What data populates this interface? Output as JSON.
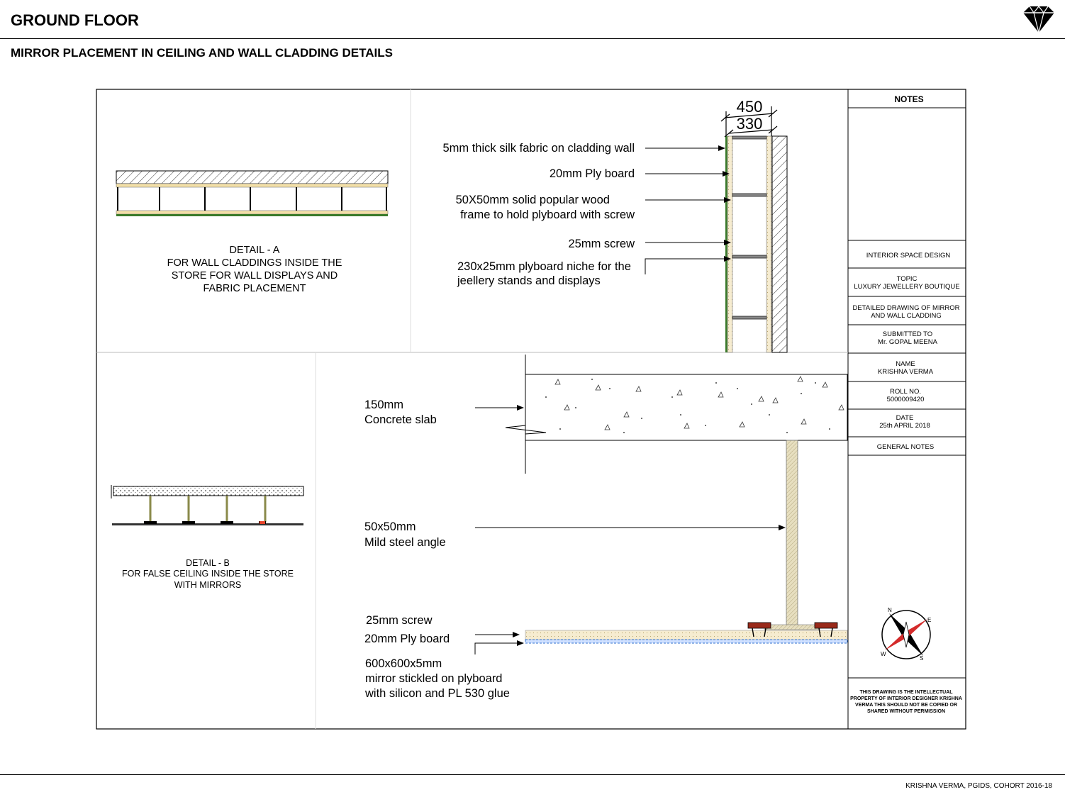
{
  "header": {
    "title": "GROUND FLOOR",
    "subtitle": "MIRROR PLACEMENT IN CEILING AND WALL CLADDING DETAILS"
  },
  "footer": {
    "credit": "KRISHNA VERMA, PGIDS, COHORT 2016-18"
  },
  "detail_a": {
    "caption": [
      "DETAIL - A",
      "FOR WALL CLADDINGS INSIDE THE",
      "STORE FOR WALL DISPLAYS AND",
      "FABRIC PLACEMENT"
    ],
    "dimensions": [
      "450",
      "330"
    ],
    "labels": [
      [
        "5mm thick silk fabric on cladding wall"
      ],
      [
        "20mm Ply board"
      ],
      [
        "50X50mm solid popular wood",
        "frame to hold plyboard  with screw"
      ],
      [
        "25mm screw"
      ],
      [
        "230x25mm plyboard niche for the",
        "jeellery stands and displays"
      ]
    ]
  },
  "detail_b": {
    "caption": [
      "DETAIL - B",
      "FOR FALSE CEILING INSIDE THE STORE",
      "WITH MIRRORS"
    ],
    "labels": [
      [
        "150mm",
        "Concrete slab"
      ],
      [
        "50x50mm",
        "Mild steel angle"
      ],
      [
        "25mm screw"
      ],
      [
        "20mm Ply board"
      ],
      [
        "600x600x5mm",
        "mirror stickled on plyboard",
        "with silicon and PL 530 glue"
      ]
    ]
  },
  "title_block": {
    "notes_heading": "NOTES",
    "cells": [
      [
        "INTERIOR SPACE DESIGN"
      ],
      [
        "TOPIC",
        "LUXURY JEWELLERY BOUTIQUE"
      ],
      [
        "DETAILED DRAWING OF MIRROR",
        "AND WALL CLADDING"
      ],
      [
        "SUBMITTED TO",
        "Mr. GOPAL MEENA"
      ],
      [
        "NAME",
        "KRISHNA VERMA"
      ],
      [
        "ROLL NO.",
        "5000009420"
      ],
      [
        "DATE",
        "25th APRIL 2018"
      ],
      [
        "GENERAL NOTES"
      ]
    ],
    "compass_letters": [
      "N",
      "E",
      "S",
      "W"
    ],
    "disclaimer": [
      "THIS DRAWING IS THE INTELLECTUAL",
      "PROPERTY OF INTERIOR DESIGNER KRISHNA",
      "VERMA THIS SHOULD NOT BE COPIED OR",
      "SHARED WITHOUT PERMISSION"
    ]
  },
  "colors": {
    "ply": "#f3e0a8",
    "fabric": "#3a7a2a",
    "mirror": "#2f6fd0",
    "steel": "#e7dfc0",
    "screw_head": "#9a2a1a"
  }
}
